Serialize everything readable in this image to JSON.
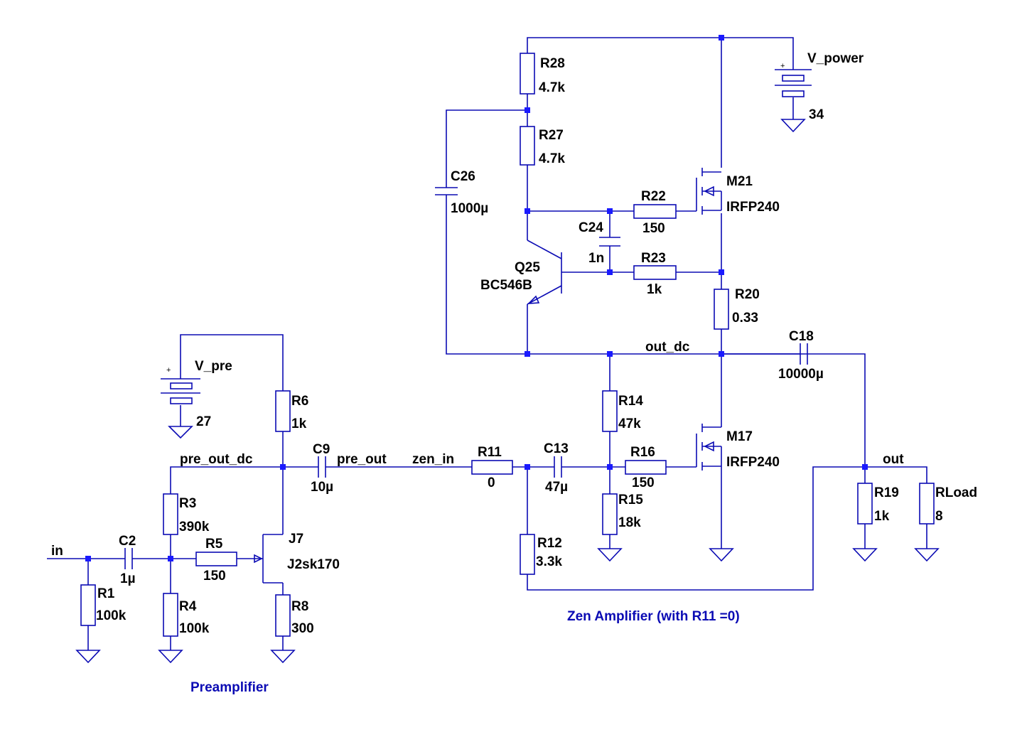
{
  "components": {
    "R28": {
      "name": "R28",
      "value": "4.7k"
    },
    "R27": {
      "name": "R27",
      "value": "4.7k"
    },
    "C26": {
      "name": "C26",
      "value": "1000µ"
    },
    "R22": {
      "name": "R22",
      "value": "150"
    },
    "C24": {
      "name": "C24",
      "value": "1n"
    },
    "R23": {
      "name": "R23",
      "value": "1k"
    },
    "Q25": {
      "name": "Q25",
      "value": "BC546B"
    },
    "M21": {
      "name": "M21",
      "value": "IRFP240"
    },
    "R20": {
      "name": "R20",
      "value": "0.33"
    },
    "C18": {
      "name": "C18",
      "value": "10000µ"
    },
    "V_power": {
      "name": "V_power",
      "value": "34"
    },
    "V_pre": {
      "name": "V_pre",
      "value": "27"
    },
    "R6": {
      "name": "R6",
      "value": "1k"
    },
    "C9": {
      "name": "C9",
      "value": "10µ"
    },
    "R11": {
      "name": "R11",
      "value": "0"
    },
    "C13": {
      "name": "C13",
      "value": "47µ"
    },
    "R14": {
      "name": "R14",
      "value": "47k"
    },
    "R16": {
      "name": "R16",
      "value": "150"
    },
    "M17": {
      "name": "M17",
      "value": "IRFP240"
    },
    "R15": {
      "name": "R15",
      "value": "18k"
    },
    "R12": {
      "name": "R12",
      "value": "3.3k"
    },
    "R19": {
      "name": "R19",
      "value": "1k"
    },
    "RLoad": {
      "name": "RLoad",
      "value": "8"
    },
    "R3": {
      "name": "R3",
      "value": "390k"
    },
    "C2": {
      "name": "C2",
      "value": "1µ"
    },
    "R5": {
      "name": "R5",
      "value": "150"
    },
    "J7": {
      "name": "J7",
      "value": "J2sk170"
    },
    "R1": {
      "name": "R1",
      "value": "100k"
    },
    "R4": {
      "name": "R4",
      "value": "100k"
    },
    "R8": {
      "name": "R8",
      "value": "300"
    }
  },
  "nets": {
    "in": "in",
    "pre_out_dc": "pre_out_dc",
    "pre_out": "pre_out",
    "zen_in": "zen_in",
    "out_dc": "out_dc",
    "out": "out"
  },
  "notes": {
    "zen": "Zen Amplifier (with R11 =0)",
    "preamp": "Preamplifier"
  },
  "polarity": "+",
  "colors": {
    "wire": "#0b0bb4",
    "junction": "#1a1aff",
    "label": "#000000",
    "note": "#0b0bb4"
  }
}
